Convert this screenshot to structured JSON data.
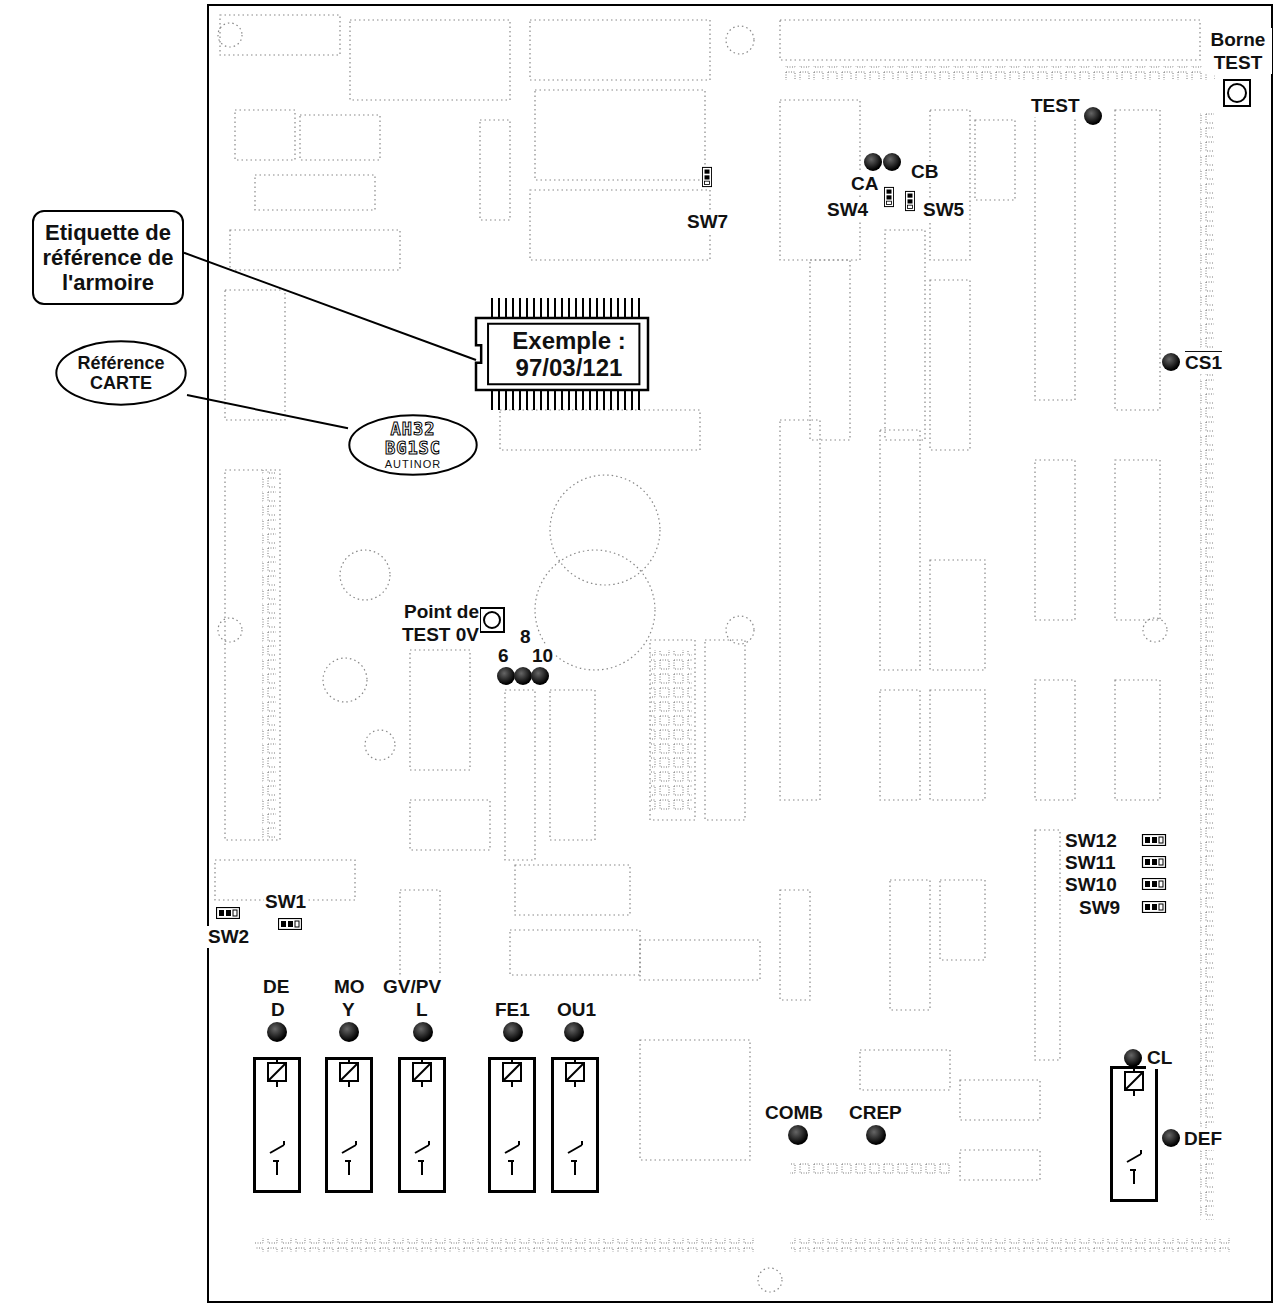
{
  "diagram": {
    "nodes": [
      {
        "text": [
          "Etiquette de référence de l'armoire"
        ]
      },
      {
        "text": [
          "Référence CARTE"
        ]
      },
      {
        "text": [
          "Exemple :",
          "97/03/121"
        ]
      },
      {
        "text": [
          "AH32",
          "BG1SC",
          "AUTINOR"
        ]
      }
    ],
    "edges": [
      {
        "from": 0,
        "to": 2,
        "arrow": "none"
      },
      {
        "from": 1,
        "to": 3,
        "arrow": "none"
      }
    ],
    "labels": [
      "Borne TEST",
      "TEST",
      "CA",
      "CB",
      "SW4",
      "SW5",
      "SW7",
      "CS1",
      "Point de TEST 0V",
      "8",
      "6",
      "10",
      "SW12",
      "SW11",
      "SW10",
      "SW9",
      "SW1",
      "SW2",
      "DE",
      "D",
      "MO",
      "Y",
      "GV/PV",
      "L",
      "FE1",
      "OU1",
      "COMB",
      "CREP",
      "CL",
      "DEF"
    ]
  }
}
